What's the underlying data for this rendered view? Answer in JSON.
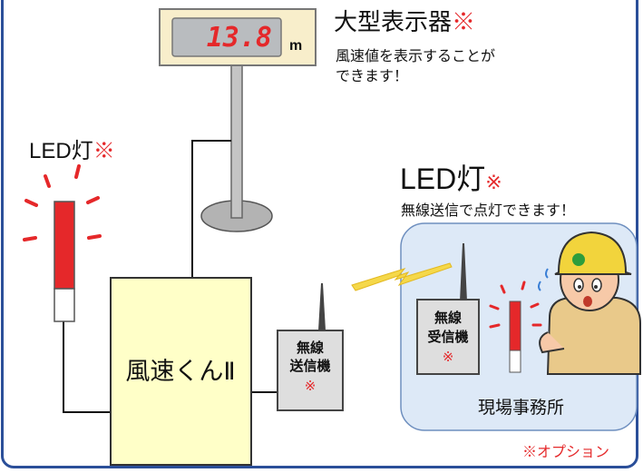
{
  "display_sign": {
    "reading": "13.8",
    "unit": "m",
    "title": "大型表示器",
    "mark": "※",
    "desc_line1": "風速値を表示することが",
    "desc_line2": "できます！"
  },
  "led_left": {
    "title": "LED灯",
    "mark": "※"
  },
  "led_right": {
    "title": "LED灯",
    "mark": "※",
    "desc": "無線送信で点灯できます！"
  },
  "main_unit": {
    "label": "風速くんⅡ"
  },
  "transmitter": {
    "line1": "無線",
    "line2": "送信機",
    "mark": "※"
  },
  "site_office": {
    "receiver": {
      "line1": "無線",
      "line2": "受信機",
      "mark": "※"
    },
    "label": "現場事務所"
  },
  "footer_note": "※オプション",
  "colors": {
    "border": "#2b4f99",
    "accent_red": "#e5282a",
    "box_yellow": "#ffffc8",
    "office_bg": "#dde9f7",
    "wave_yellow": "#f5d84a"
  }
}
